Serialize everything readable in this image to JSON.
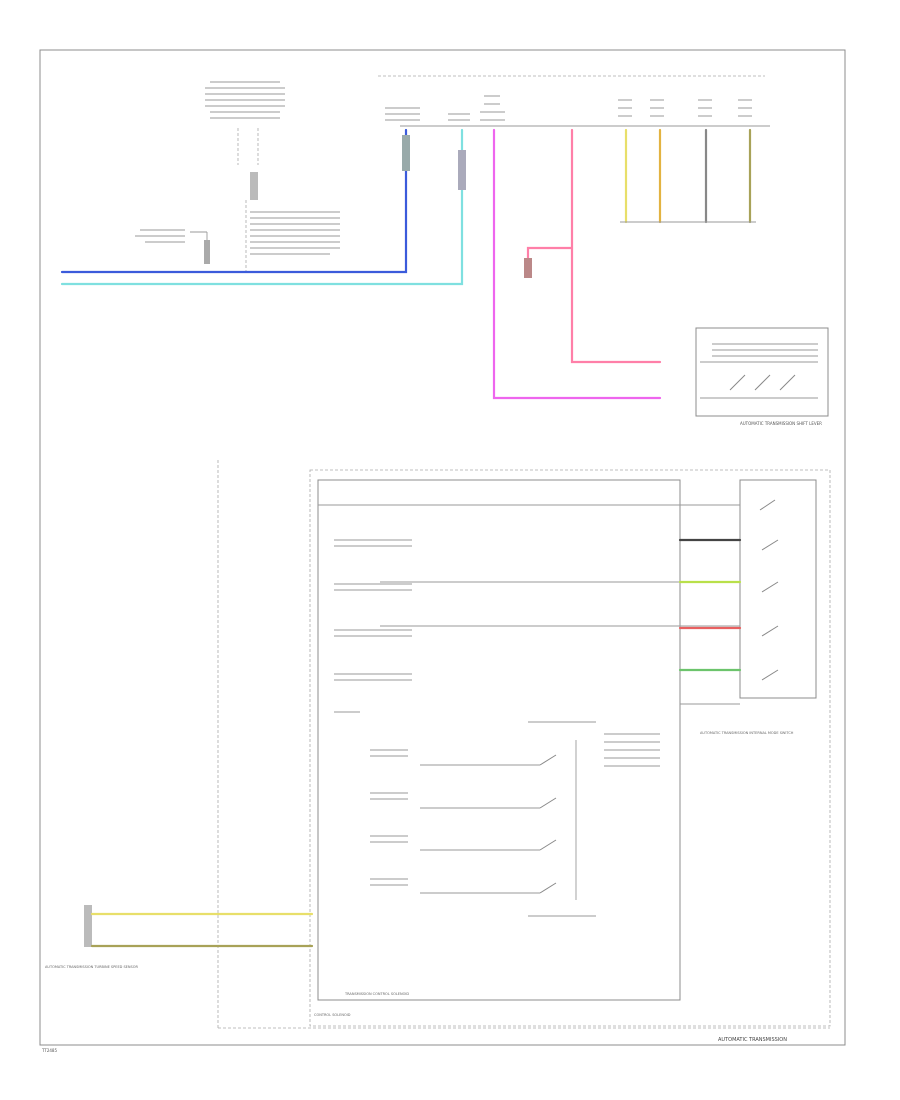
{
  "diagram": {
    "title": "AUTOMATIC TRANSMISSION",
    "page_code": "TT2485",
    "colors": {
      "blue": "#3b5bdb",
      "cyan": "#7fe0e0",
      "magenta": "#ee66ee",
      "pink": "#ff7fa8",
      "yellow": "#e8df6a",
      "orange_yellow": "#e3b341",
      "olive": "#a8a258",
      "lime": "#b9e04a",
      "red": "#e86060",
      "green": "#6cc46c",
      "black": "#444444",
      "gray": "#9a9a9a"
    },
    "labels": {
      "lower_module": "TRANSMISSION CONTROL SOLENOID",
      "control_solenoid": "CONTROL SOLENOID",
      "shift_lever": "AUTOMATIC TRANSMISSION SHIFT LEVER",
      "range_sensor": "AUTOMATIC TRANSMISSION INTERNAL MODE SWITCH",
      "speed_sensor": "AUTOMATIC TRANSMISSION TURBINE SPEED SENSOR"
    }
  }
}
